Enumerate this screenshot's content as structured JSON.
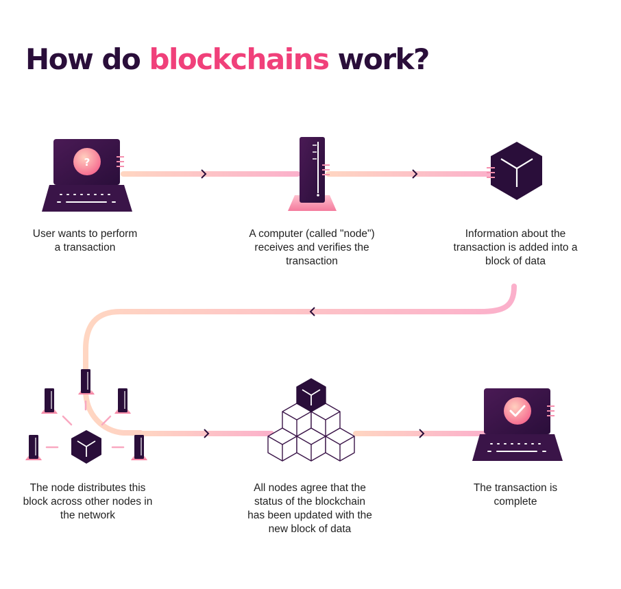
{
  "title": {
    "before": "How do ",
    "highlight": "blockchains",
    "after": " work?"
  },
  "steps": [
    {
      "text": "User wants to perform\na transaction"
    },
    {
      "text": "A computer (called \"node\")\nreceives and verifies the\ntransaction"
    },
    {
      "text": "Information about the\ntransaction is added into a\nblock of data"
    },
    {
      "text": "The node distributes this\nblock across other nodes in\nthe network"
    },
    {
      "text": "All nodes agree that the\nstatus of the blockchain\nhas been updated with the\nnew block of data"
    },
    {
      "text": "The transaction is\ncomplete"
    }
  ],
  "icons": {
    "user_laptop": "laptop-question-icon",
    "node_server": "server-node-icon",
    "data_block": "cube-block-icon",
    "network": "network-nodes-icon",
    "blockchain": "cube-pyramid-icon",
    "done_laptop": "laptop-check-icon"
  },
  "colors": {
    "dark": "#2a0e3a",
    "accent": "#f0407a",
    "line_pink": "#f9a8c8",
    "line_peach": "#ffd1bd"
  }
}
